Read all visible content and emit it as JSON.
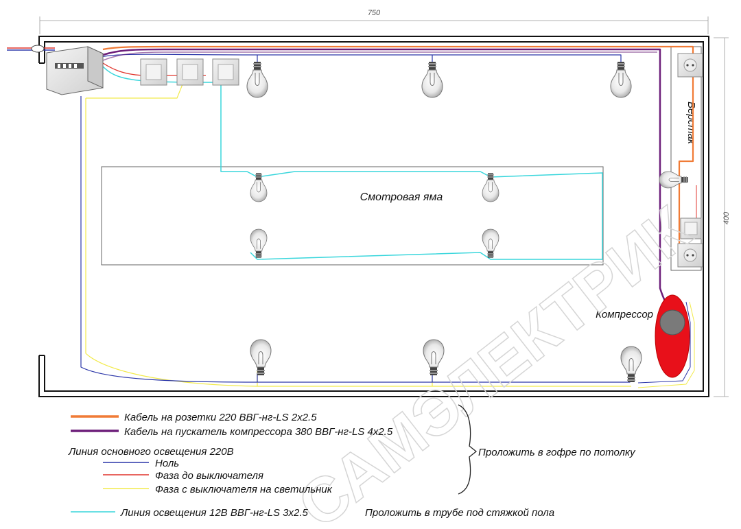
{
  "dimensions": {
    "width_label": "750",
    "height_label": "400"
  },
  "labels": {
    "workbench": "Верстак",
    "pit": "Смотровая яма",
    "compressor": "Компрессор"
  },
  "legend": {
    "items": [
      {
        "id": "sockets",
        "text": "Кабель на розетки 220 ВВГ-нг-LS 2х2.5",
        "color": "#f07b36"
      },
      {
        "id": "compressor",
        "text": "Кабель на пускатель компрессора 380 ВВГ-нг-LS 4х2.5",
        "color": "#6d1f7a"
      },
      {
        "id": "main_lighting",
        "text": "Линия основного освещения 220В",
        "color": ""
      },
      {
        "id": "neutral",
        "text": "Ноль",
        "color": "#2a35a8"
      },
      {
        "id": "phase_to_switch",
        "text": "Фаза до выключателя",
        "color": "#e0342c"
      },
      {
        "id": "phase_from_switch",
        "text": "Фаза с выключателя на светильник",
        "color": "#f2ea4a"
      },
      {
        "id": "lighting_12v",
        "text": "Линия освещения 12В ВВГ-нг-LS 3х2.5",
        "color": "#39d6dc"
      }
    ],
    "note_ceiling": "Проложить в гофре по потолку",
    "note_floor": "Проложить в трубе под стяжкой пола"
  },
  "watermark": "САМЭЛЕКТРИК",
  "colors": {
    "wall": "#111111",
    "compressor_body": "#e8101a",
    "compressor_motor": "#7a7a7a"
  }
}
